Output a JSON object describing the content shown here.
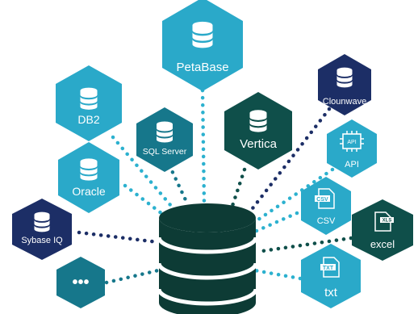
{
  "nodes": {
    "petabase": {
      "label": "PetaBase",
      "icon": "database-icon"
    },
    "db2": {
      "label": "DB2",
      "icon": "database-icon"
    },
    "sqlserver": {
      "label": "SQL Server",
      "icon": "database-icon"
    },
    "vertica": {
      "label": "Vertica",
      "icon": "database-icon"
    },
    "clounwave": {
      "label": "Clounwave",
      "icon": "database-icon"
    },
    "api": {
      "label": "API",
      "icon": "api-chip-icon",
      "badge": "API"
    },
    "oracle": {
      "label": "Oracle",
      "icon": "database-icon"
    },
    "csv": {
      "label": "CSV",
      "icon": "csv-file-icon",
      "badge": "CSV"
    },
    "sybase": {
      "label": "Sybase IQ",
      "icon": "database-icon"
    },
    "excel": {
      "label": "excel",
      "icon": "xls-file-icon",
      "badge": "XLS"
    },
    "more": {
      "label": "•••",
      "icon": "more-icon"
    },
    "txt": {
      "label": "txt",
      "icon": "txt-file-icon",
      "badge": "TXT"
    }
  },
  "colors": {
    "teal": "#2aa9c9",
    "teal_dark": "#16778b",
    "navy": "#1c2e66",
    "dark_green": "#0f4f4a",
    "center": "#0d3b35",
    "dots_teal": "#2cb1cf",
    "dots_navy": "#1c2e66"
  }
}
